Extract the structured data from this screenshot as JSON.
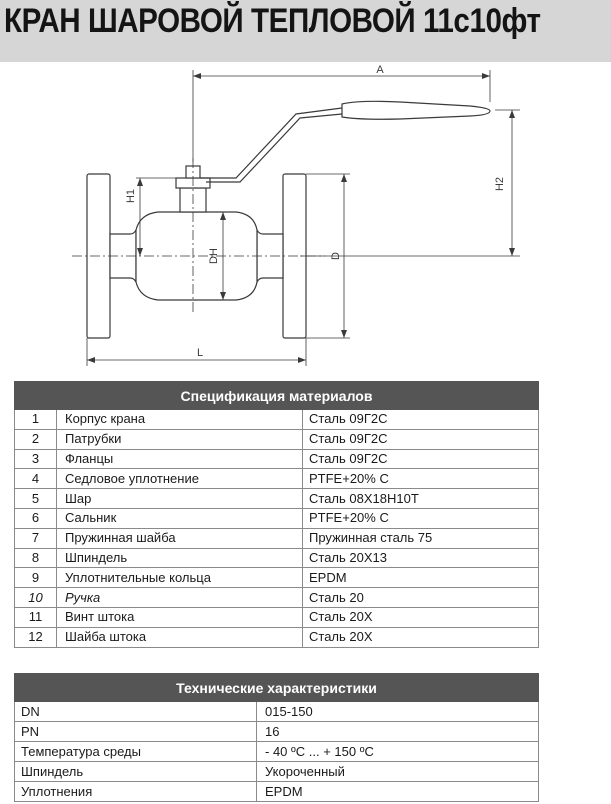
{
  "title": "КРАН ШАРОВОЙ ТЕПЛОВОЙ 11с10фт",
  "drawing_labels": {
    "a": "A",
    "h2": "H2",
    "h1": "H1",
    "d": "D",
    "dh": "DH",
    "l": "L"
  },
  "spec": {
    "header": "Спецификация материалов",
    "rows": [
      {
        "num": "1",
        "name": "Корпус крана",
        "material": "Сталь 09Г2С"
      },
      {
        "num": "2",
        "name": "Патрубки",
        "material": "Сталь 09Г2С"
      },
      {
        "num": "3",
        "name": "Фланцы",
        "material": "Сталь 09Г2С"
      },
      {
        "num": "4",
        "name": "Седловое уплотнение",
        "material": "PTFE+20% C"
      },
      {
        "num": "5",
        "name": "Шар",
        "material": "Сталь 08Х18Н10Т"
      },
      {
        "num": "6",
        "name": "Сальник",
        "material": "PTFE+20% C"
      },
      {
        "num": "7",
        "name": "Пружинная шайба",
        "material": "Пружинная сталь 75"
      },
      {
        "num": "8",
        "name": "Шпиндель",
        "material": "Сталь 20Х13"
      },
      {
        "num": "9",
        "name": "Уплотнительные кольца",
        "material": "EPDM"
      },
      {
        "num": "10",
        "name": "Ручка",
        "material": "Сталь 20"
      },
      {
        "num": "11",
        "name": "Винт штока",
        "material": "Сталь 20Х"
      },
      {
        "num": "12",
        "name": "Шайба штока",
        "material": "Сталь 20Х"
      }
    ]
  },
  "tech": {
    "header": "Технические характеристики",
    "rows": [
      {
        "key": "DN",
        "value": "015-150"
      },
      {
        "key": "PN",
        "value": "16"
      },
      {
        "key": "Температура среды",
        "value": "- 40 ºС ... + 150 ºС"
      },
      {
        "key": "Шпиндель",
        "value": "Укороченный"
      },
      {
        "key": "Уплотнения",
        "value": "EPDM"
      }
    ]
  },
  "colors": {
    "header_bg": "#555555",
    "title_bg": "#d6d6d6",
    "drawing_stroke": "#3a3a3a"
  }
}
